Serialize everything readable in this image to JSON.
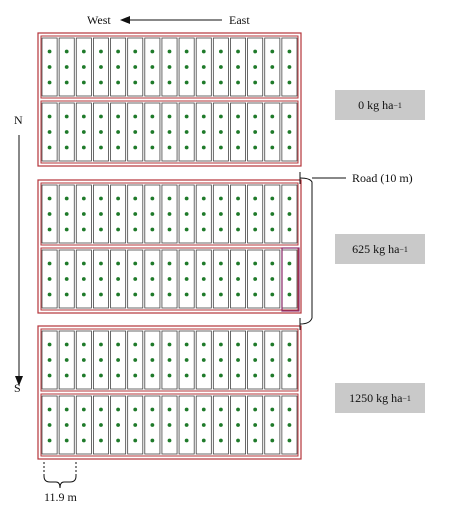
{
  "orientation": {
    "west_label": "West",
    "east_label": "East",
    "north_label": "N",
    "south_label": "S"
  },
  "road": {
    "label": "Road (10 m)"
  },
  "spacing": {
    "label": "11.9 m"
  },
  "blocks": [
    {
      "rate_value": "0",
      "rate_unit": "kg ha",
      "rate_exp": "−1",
      "rows": 2,
      "columns": 15,
      "points_per_plot": 3
    },
    {
      "rate_value": "625",
      "rate_unit": "kg ha",
      "rate_exp": "−1",
      "rows": 2,
      "columns": 15,
      "points_per_plot": 3
    },
    {
      "rate_value": "1250",
      "rate_unit": "kg ha",
      "rate_exp": "−1",
      "rows": 2,
      "columns": 15,
      "points_per_plot": 3
    }
  ],
  "colors": {
    "block_outline": "#b5343a",
    "plot_outline": "#444444",
    "sample_point": "#1f7a2a",
    "rate_box": "#c9c9c9",
    "highlight_outline": "#8b2a6a"
  }
}
